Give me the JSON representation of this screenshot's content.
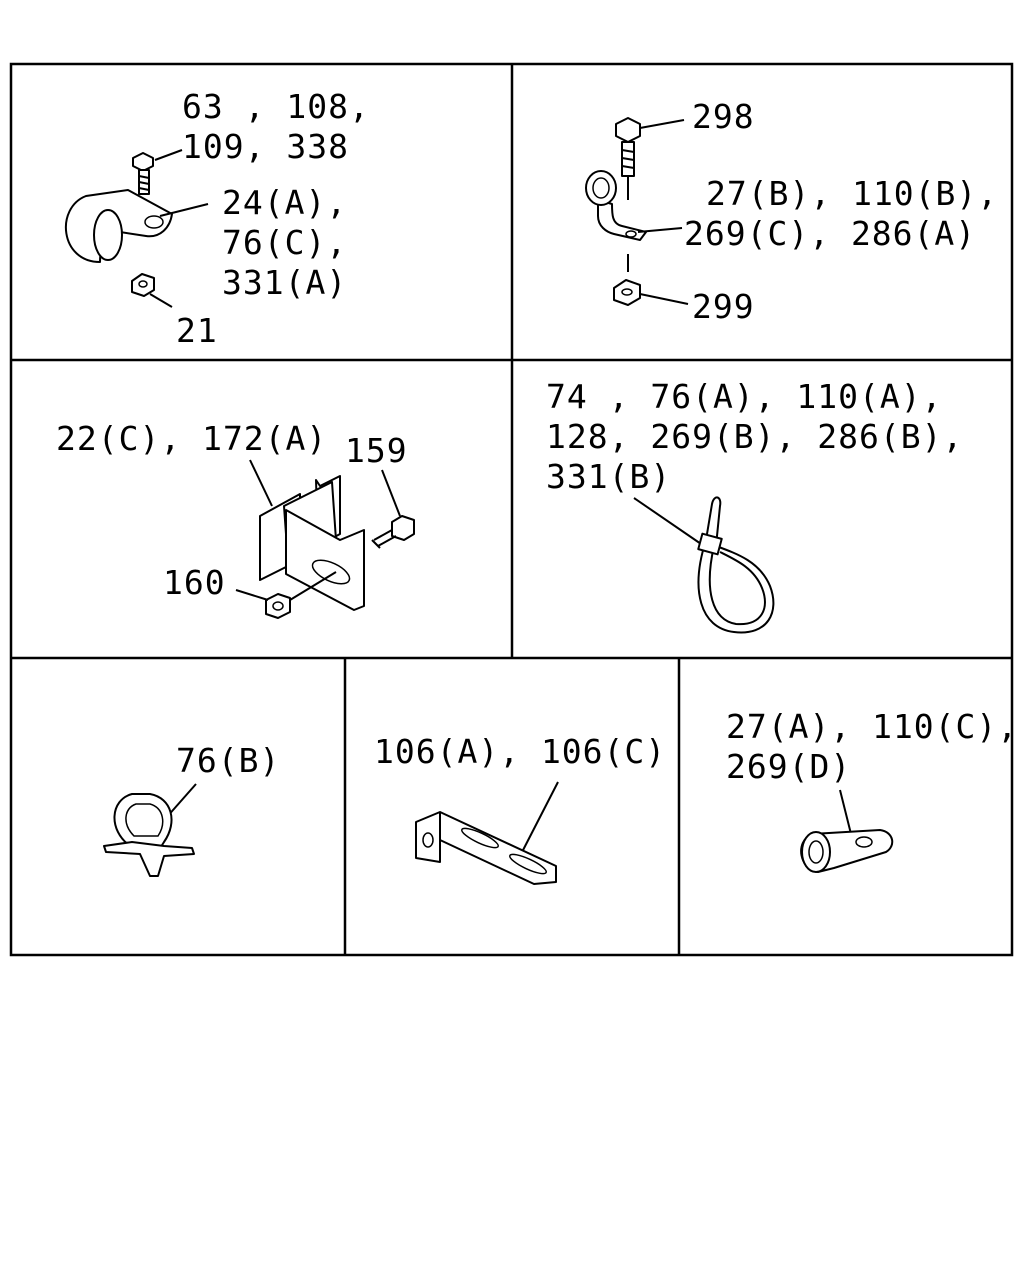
{
  "panels": {
    "p1": {
      "lines": [
        "63 , 108,",
        "109, 338",
        "24(A),",
        "76(C),",
        "331(A)",
        "21"
      ]
    },
    "p2": {
      "lines": [
        "298",
        "27(B), 110(B),",
        "269(C), 286(A)",
        "299"
      ]
    },
    "p3": {
      "lines": [
        "22(C), 172(A)",
        "159",
        "160"
      ]
    },
    "p4": {
      "lines": [
        "74 , 76(A), 110(A),",
        "128, 269(B), 286(B),",
        "331(B)"
      ]
    },
    "p5": {
      "lines": [
        "76(B)"
      ]
    },
    "p6": {
      "lines": [
        "106(A), 106(C)"
      ]
    },
    "p7": {
      "lines": [
        "27(A), 110(C),",
        "269(D)"
      ]
    }
  }
}
